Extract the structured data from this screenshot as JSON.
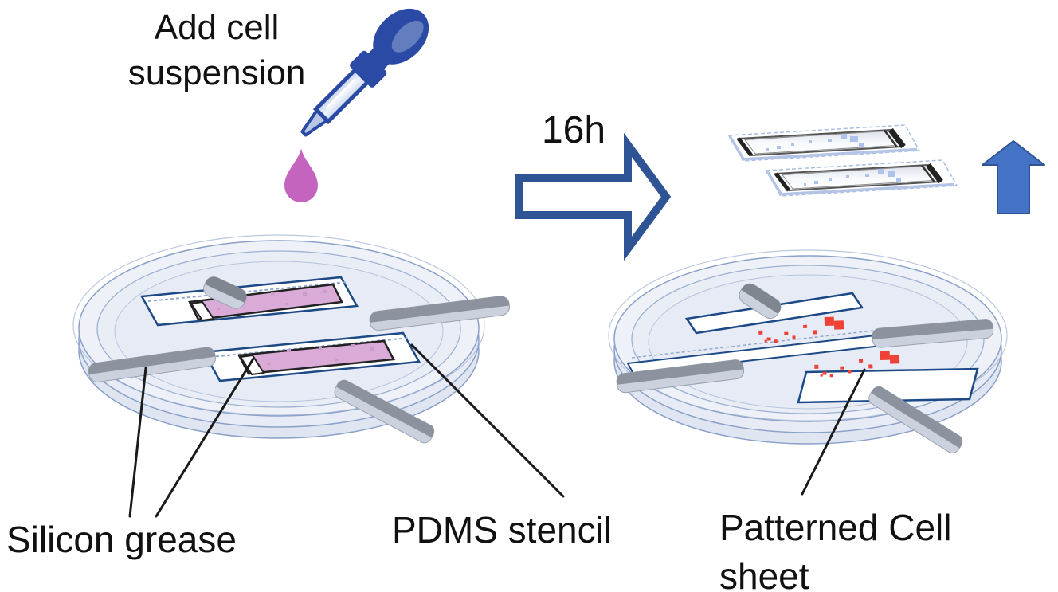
{
  "figure": {
    "type": "process-diagram",
    "description_visible_text_only": true
  },
  "labels": {
    "add_cell_suspension": "Add cell suspension",
    "duration": "16h",
    "silicon_grease": "Silicon grease",
    "pdms_stencil": "PDMS stencil",
    "patterned_cell_sheet": "Patterned Cell sheet"
  },
  "icons": [
    "dropper-icon",
    "droplet-icon",
    "arrow-right-icon",
    "arrow-up-icon",
    "petri-dish-left",
    "petri-dish-right",
    "glass-slide",
    "pdms-stencil-window",
    "silicon-grease-bar",
    "lifted-stencil-slide",
    "patterned-cell-dots",
    "leader-line"
  ],
  "colors": {
    "text": "#111111",
    "dropper_blue": "#2a4aa5",
    "dropper_tube": "#c3d0ec",
    "droplet_pink": "#c564be",
    "arrow_outline_blue": "#2f5496",
    "arrow_up_fill": "#4472c4",
    "dish_fill": "#e9edf6",
    "dish_stroke": "#8aa0c8",
    "slide_outline_navy": "#1d4a86",
    "cell_suspension_pink": "#d9abd6",
    "stencil_frame_dark": "#222222",
    "grease_bar_gray": "#8c929e",
    "grease_bar_light": "#ccd2dd",
    "patterned_cells_red": "#ee4237"
  }
}
